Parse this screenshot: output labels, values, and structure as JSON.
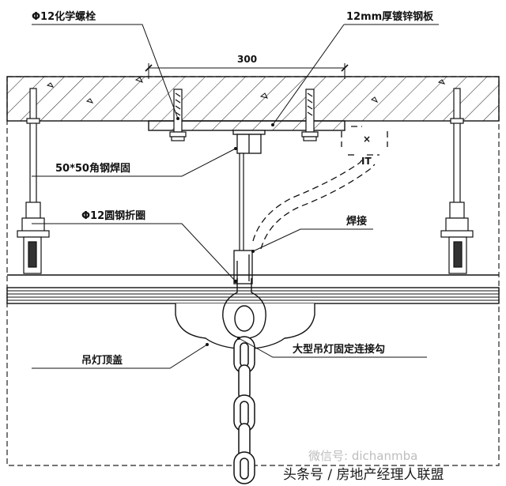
{
  "labels": {
    "chemical_bolt": "Φ12化学螺栓",
    "steel_plate": "12mm厚镀锌钢板",
    "dimension": "300",
    "angle_steel": "50*50角钢焊固",
    "round_steel": "Φ12圆钢折圈",
    "weld": "焊接",
    "lamp_cover": "吊灯顶盖",
    "hook": "大型吊灯固定连接勾",
    "ceiling_mark": "IT"
  },
  "watermark": "微信号: dichanmba",
  "source": "头条号 / 房地产经理人联盟"
}
